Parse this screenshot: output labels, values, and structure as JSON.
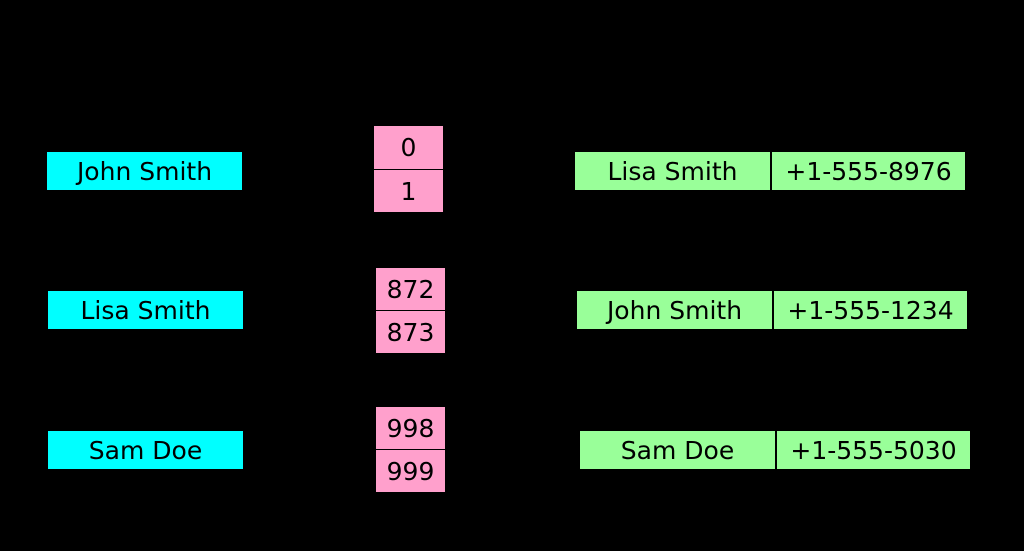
{
  "diagram": {
    "type": "hash-table",
    "background_color": "#000000",
    "palette": {
      "key_box": "#00FFFF",
      "bucket_box": "#FFA0CC",
      "record_box": "#99FF99",
      "text": "#000000",
      "border": "#000000"
    },
    "columns": [
      {
        "id": "keys",
        "name": "key-column",
        "color": "#00FFFF"
      },
      {
        "id": "buckets",
        "name": "bucket-index-column",
        "color": "#FFA0CC"
      },
      {
        "id": "records",
        "name": "record-column",
        "color": "#99FF99"
      }
    ],
    "rows": [
      {
        "key": "John Smith",
        "buckets": [
          "0",
          "1"
        ],
        "record": {
          "name": "Lisa Smith",
          "phone": "+1-555-8976"
        }
      },
      {
        "key": "Lisa Smith",
        "buckets": [
          "872",
          "873"
        ],
        "record": {
          "name": "John Smith",
          "phone": "+1-555-1234"
        }
      },
      {
        "key": "Sam Doe",
        "buckets": [
          "998",
          "999"
        ],
        "record": {
          "name": "Sam Doe",
          "phone": "+1-555-5030"
        }
      }
    ]
  }
}
